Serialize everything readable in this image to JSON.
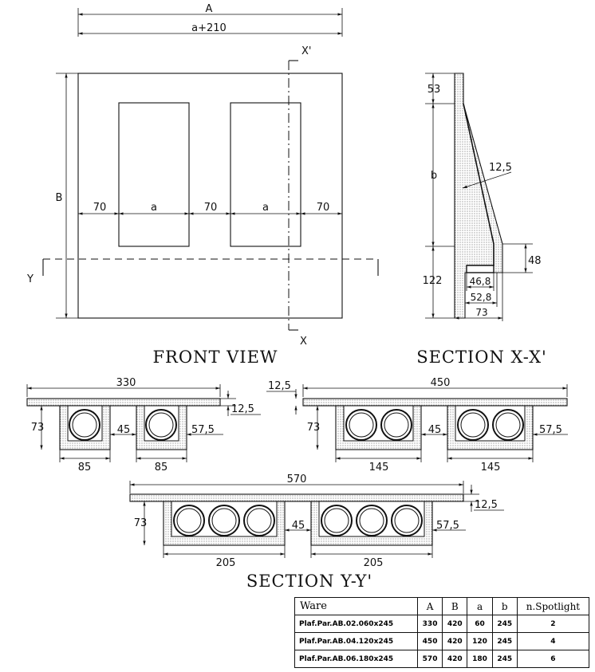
{
  "front_view": {
    "title": "FRONT VIEW",
    "dim_A": "A",
    "dim_a210": "a+210",
    "dim_B": "B",
    "dim_70_left": "70",
    "dim_a_left": "a",
    "dim_70_mid": "70",
    "dim_a_right": "a",
    "dim_70_right": "70",
    "marker_x_top": "X'",
    "marker_x_bottom": "X",
    "marker_y_left": "Y"
  },
  "section_xx": {
    "title": "SECTION X-X'",
    "dim_53": "53",
    "dim_b": "b",
    "dim_12_5": "12,5",
    "dim_48": "48",
    "dim_122": "122",
    "dim_46_8": "46,8",
    "dim_52_8": "52,8",
    "dim_73": "73"
  },
  "section_330": {
    "dim_width": "330",
    "dim_12_5": "12,5",
    "dim_73": "73",
    "dim_45": "45",
    "dim_57_5": "57,5",
    "dim_85_left": "85",
    "dim_85_right": "85"
  },
  "section_450": {
    "dim_width": "450",
    "dim_12_5": "12,5",
    "dim_73": "73",
    "dim_45": "45",
    "dim_57_5": "57,5",
    "dim_145_left": "145",
    "dim_145_right": "145"
  },
  "section_570": {
    "dim_width": "570",
    "dim_12_5": "12,5",
    "dim_73": "73",
    "dim_45": "45",
    "dim_57_5": "57,5",
    "dim_205_left": "205",
    "dim_205_right": "205"
  },
  "section_yy": {
    "title": "SECTION Y-Y'"
  },
  "table": {
    "headers": [
      "Ware",
      "A",
      "B",
      "a",
      "b",
      "n.Spotlight"
    ],
    "rows": [
      [
        "Plaf.Par.AB.02.060x245",
        "330",
        "420",
        "60",
        "245",
        "2"
      ],
      [
        "Plaf.Par.AB.04.120x245",
        "450",
        "420",
        "120",
        "245",
        "4"
      ],
      [
        "Plaf.Par.AB.06.180x245",
        "570",
        "420",
        "180",
        "245",
        "6"
      ]
    ]
  }
}
